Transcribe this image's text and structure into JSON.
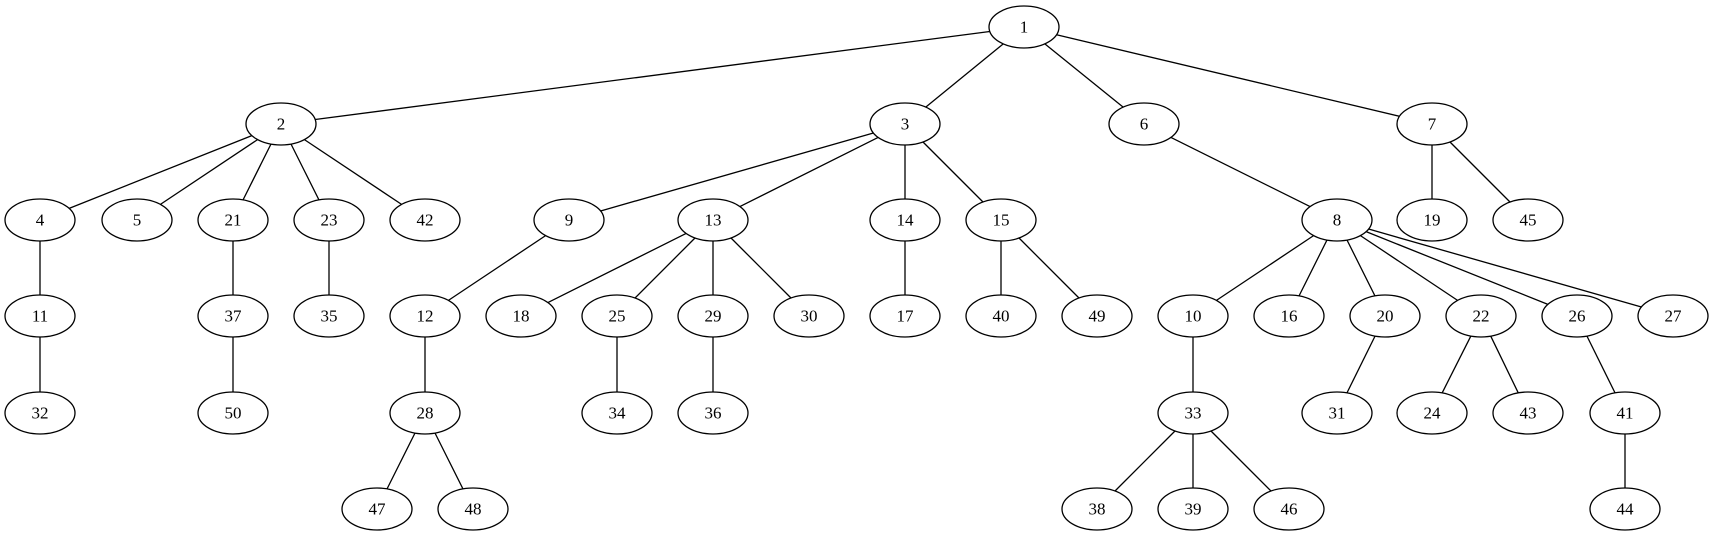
{
  "diagram": {
    "type": "tree",
    "colors": {
      "background": "#ffffff",
      "stroke": "#000000",
      "text": "#000000"
    },
    "nodes": [
      "1",
      "2",
      "3",
      "6",
      "7",
      "4",
      "5",
      "21",
      "23",
      "42",
      "9",
      "13",
      "14",
      "15",
      "8",
      "19",
      "45",
      "11",
      "37",
      "35",
      "12",
      "18",
      "25",
      "29",
      "30",
      "17",
      "40",
      "49",
      "10",
      "16",
      "20",
      "22",
      "26",
      "27",
      "32",
      "50",
      "28",
      "34",
      "36",
      "33",
      "31",
      "24",
      "43",
      "41",
      "47",
      "48",
      "38",
      "39",
      "46",
      "44"
    ],
    "edges": [
      [
        "1",
        "2"
      ],
      [
        "1",
        "3"
      ],
      [
        "1",
        "6"
      ],
      [
        "1",
        "7"
      ],
      [
        "2",
        "4"
      ],
      [
        "2",
        "5"
      ],
      [
        "2",
        "21"
      ],
      [
        "2",
        "23"
      ],
      [
        "2",
        "42"
      ],
      [
        "3",
        "9"
      ],
      [
        "3",
        "13"
      ],
      [
        "3",
        "14"
      ],
      [
        "3",
        "15"
      ],
      [
        "6",
        "8"
      ],
      [
        "7",
        "19"
      ],
      [
        "7",
        "45"
      ],
      [
        "4",
        "11"
      ],
      [
        "21",
        "37"
      ],
      [
        "23",
        "35"
      ],
      [
        "9",
        "12"
      ],
      [
        "13",
        "18"
      ],
      [
        "13",
        "25"
      ],
      [
        "13",
        "29"
      ],
      [
        "13",
        "30"
      ],
      [
        "14",
        "17"
      ],
      [
        "15",
        "40"
      ],
      [
        "15",
        "49"
      ],
      [
        "8",
        "10"
      ],
      [
        "8",
        "16"
      ],
      [
        "8",
        "20"
      ],
      [
        "8",
        "22"
      ],
      [
        "8",
        "26"
      ],
      [
        "8",
        "27"
      ],
      [
        "11",
        "32"
      ],
      [
        "37",
        "50"
      ],
      [
        "12",
        "28"
      ],
      [
        "25",
        "34"
      ],
      [
        "29",
        "36"
      ],
      [
        "10",
        "33"
      ],
      [
        "20",
        "31"
      ],
      [
        "22",
        "24"
      ],
      [
        "22",
        "43"
      ],
      [
        "26",
        "41"
      ],
      [
        "28",
        "47"
      ],
      [
        "28",
        "48"
      ],
      [
        "33",
        "38"
      ],
      [
        "33",
        "39"
      ],
      [
        "33",
        "46"
      ],
      [
        "41",
        "44"
      ]
    ]
  }
}
